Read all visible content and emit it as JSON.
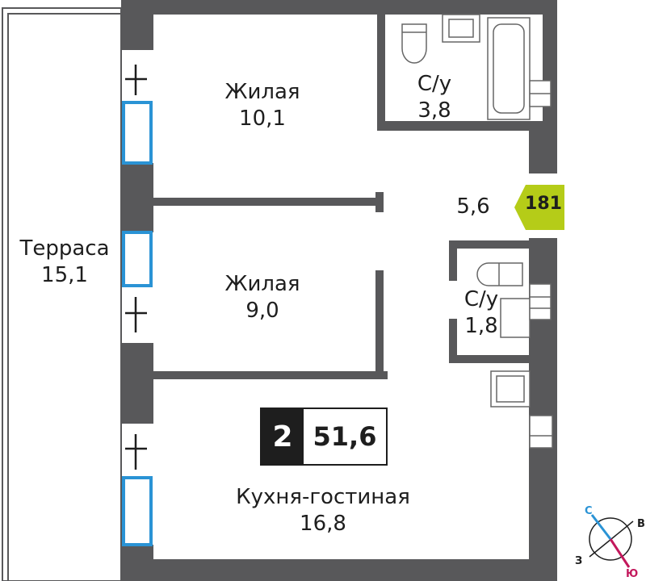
{
  "rooms": {
    "living1": {
      "name": "Жилая",
      "area": "10,1"
    },
    "bath1": {
      "name": "С/у",
      "area": "3,8"
    },
    "hall": {
      "area": "5,6"
    },
    "living2": {
      "name": "Жилая",
      "area": "9,0"
    },
    "bath2": {
      "name": "С/у",
      "area": "1,8"
    },
    "terrace": {
      "name": "Терраса",
      "area": "15,1"
    },
    "kitchen": {
      "name": "Кухня-гостиная",
      "area": "16,8"
    }
  },
  "summary": {
    "rooms_count": "2",
    "total_area": "51,6"
  },
  "apartment_number": "181",
  "compass": {
    "north": "С",
    "east": "В",
    "south": "Ю",
    "west": "З"
  },
  "colors": {
    "wall": "#58585a",
    "window": "#2a93d5",
    "apartment_tag": "#b5cc18",
    "compass_north": "#2a93d5",
    "compass_south": "#c3185c"
  }
}
